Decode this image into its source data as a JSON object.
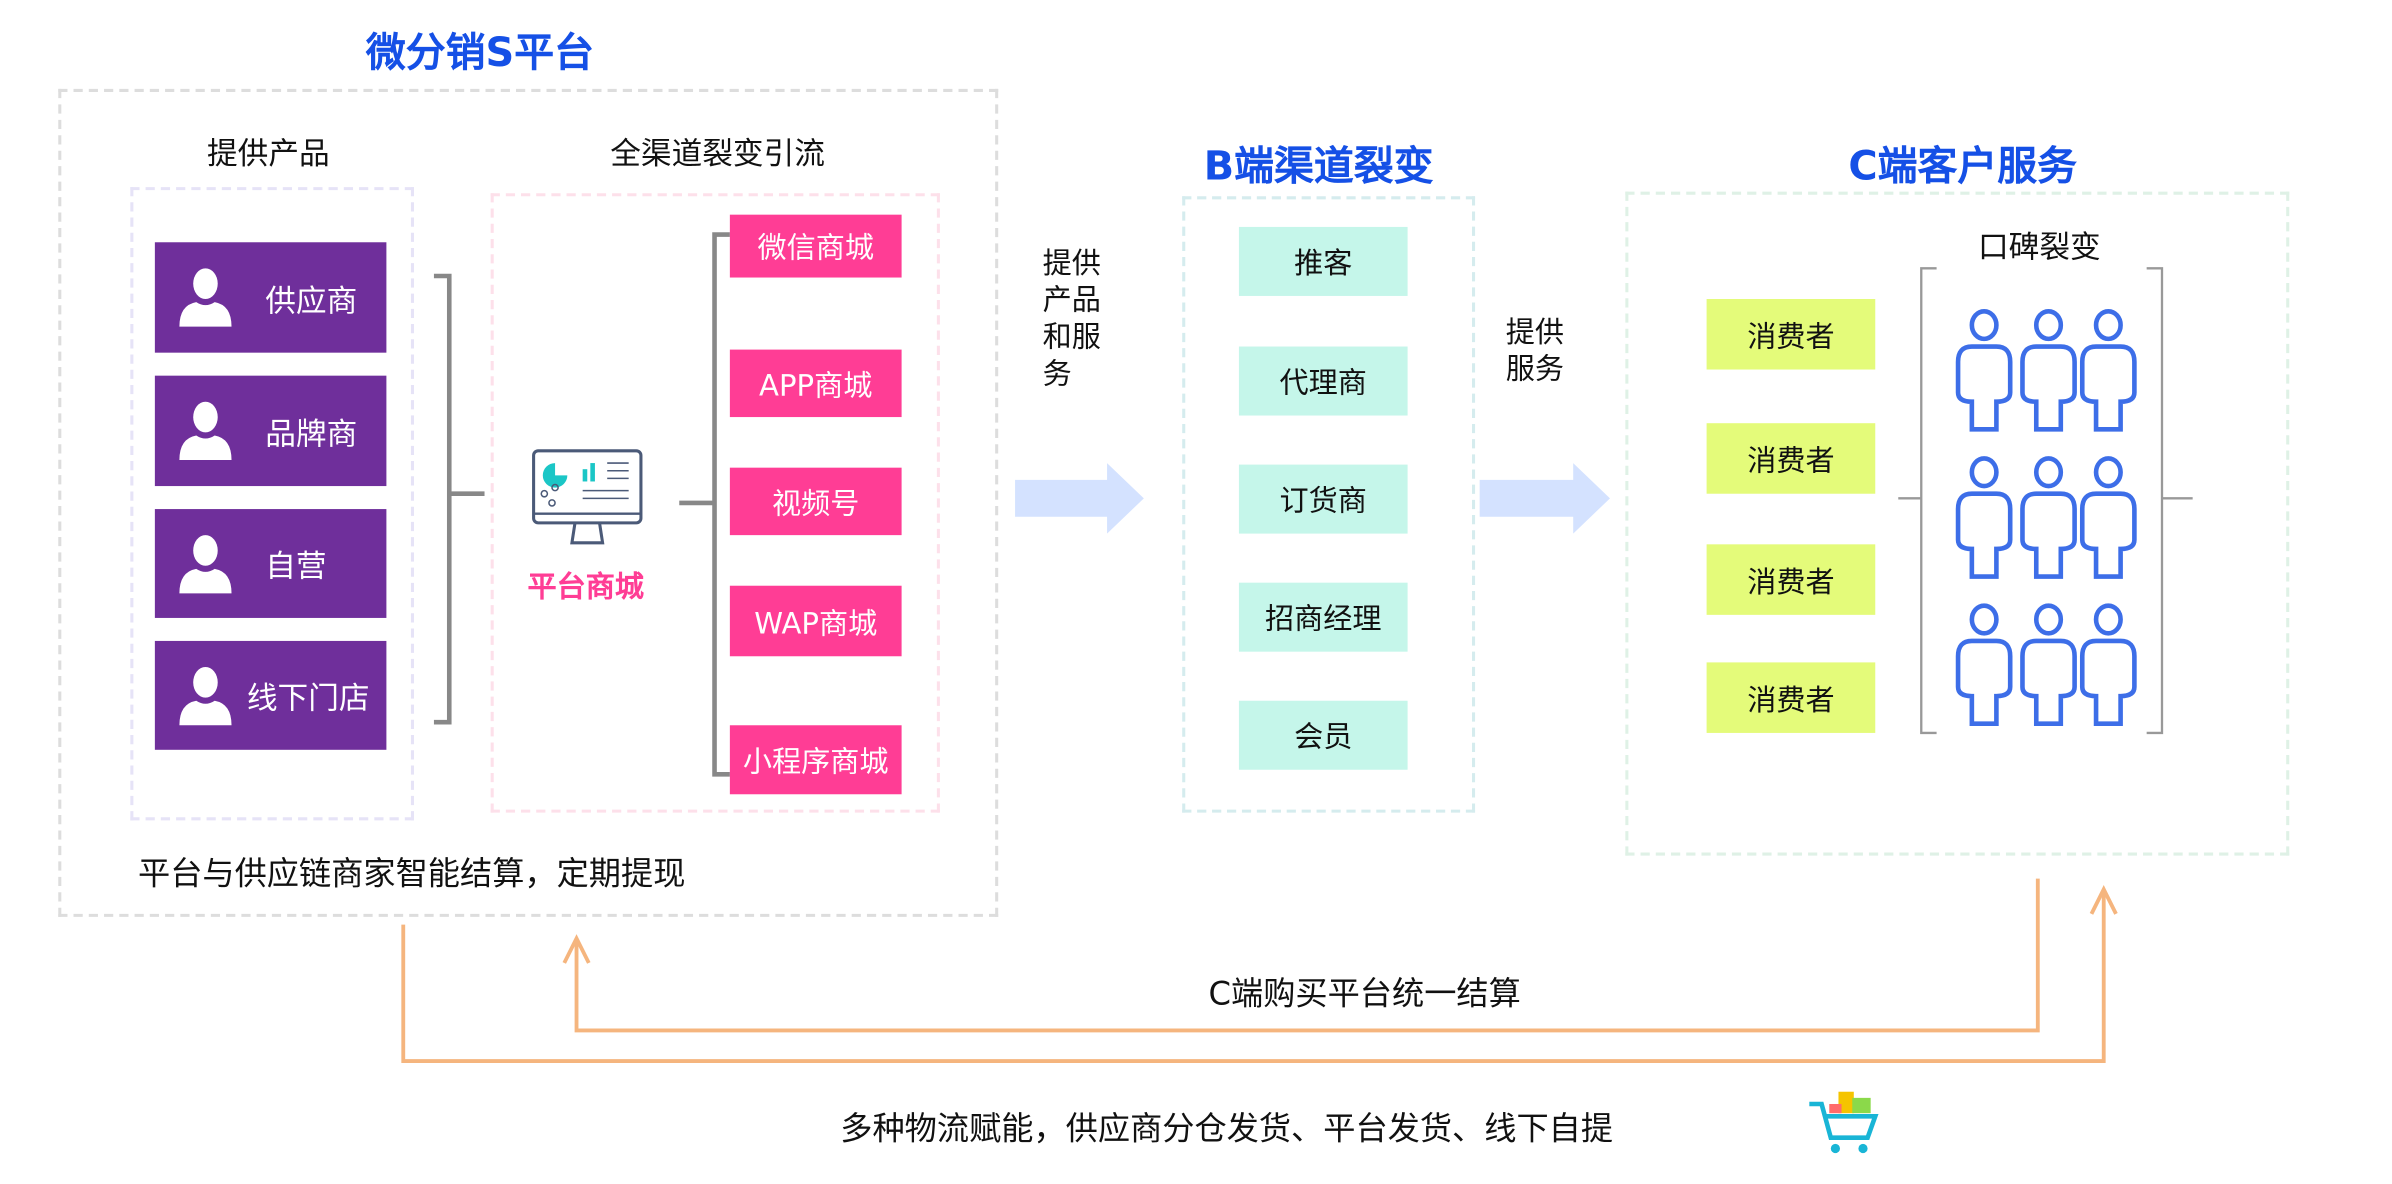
{
  "platform": {
    "title": "微分销S平台",
    "provide_products": "提供产品",
    "full_channel": "全渠道裂变引流",
    "suppliers": [
      "供应商",
      "品牌商",
      "自营",
      "线下门店"
    ],
    "mall_label": "平台商城",
    "channels": [
      "微信商城",
      "APP商城",
      "视频号",
      "WAP商城",
      "小程序商城"
    ],
    "settlement_note": "平台与供应链商家智能结算，定期提现"
  },
  "arrow1_label": "提供产品和服务",
  "b_channel": {
    "title": "B端渠道裂变",
    "items": [
      "推客",
      "代理商",
      "订货商",
      "招商经理",
      "会员"
    ]
  },
  "arrow2_label": "提供服务",
  "c_service": {
    "title": "C端客户服务",
    "word_of_mouth": "口碑裂变",
    "consumers": [
      "消费者",
      "消费者",
      "消费者",
      "消费者"
    ]
  },
  "loop_label": "C端购买平台统一结算",
  "logistics_label": "多种物流赋能，供应商分仓发货、平台发货、线下自提",
  "colors": {
    "title": "#1550e6",
    "supplier": "#6f2f9b",
    "channel": "#ff3d95",
    "b_item": "#c5f6ea",
    "consumer": "#e4fb7a",
    "person": "#3d6ee8",
    "flow_line": "#f5b57e",
    "arrow": "#d4e2ff"
  }
}
